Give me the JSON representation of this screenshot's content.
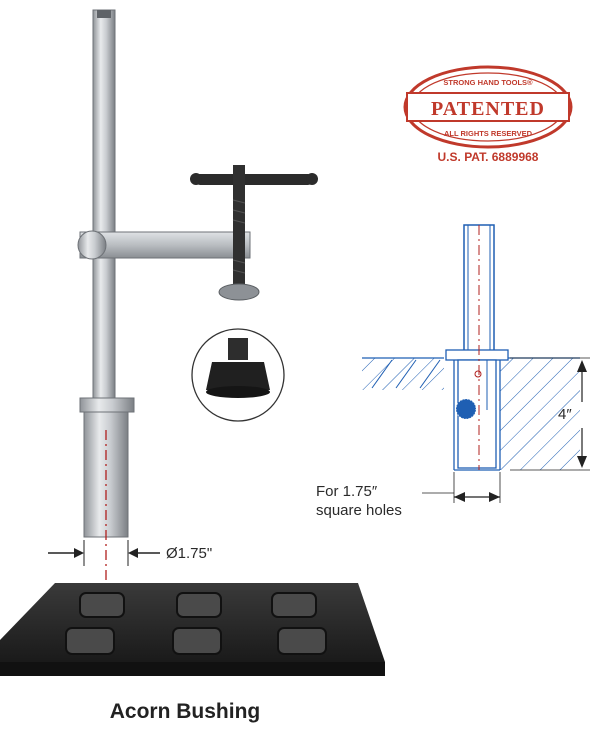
{
  "caption": "Acorn Bushing",
  "stamp": {
    "top_arc": "STRONG HAND TOOLS®",
    "center": "PATENTED",
    "bottom_arc": "ALL RIGHTS RESERVED",
    "patent_number": "U.S. PAT. 6889968",
    "color": "#c0392b"
  },
  "dimensions": {
    "post_diameter": "Ø1.75\"",
    "depth": "4″",
    "hole_note_line1": "For 1.75″",
    "hole_note_line2": "square holes"
  },
  "colors": {
    "drawing_blue": "#1f5fb3",
    "centerline_red": "#b0201e"
  }
}
